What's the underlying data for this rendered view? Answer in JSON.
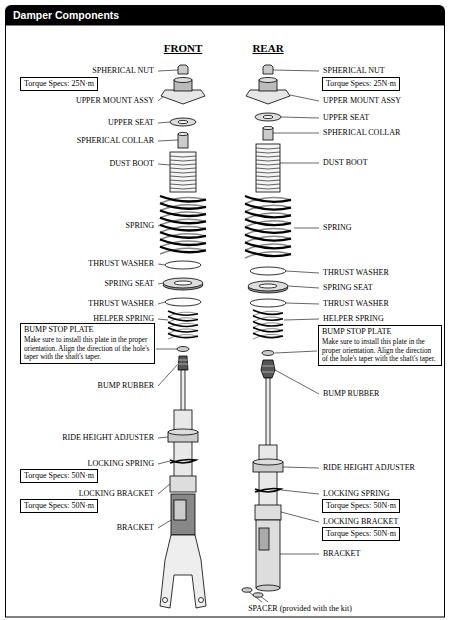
{
  "diagram": {
    "title": "Damper Components",
    "nodes": [
      {
        "text": [
          "Torque Specs: 25N·m"
        ]
      },
      {
        "text": [
          "BUMP STOP PLATE",
          "Make sure to install this plate in the proper orientation. Align the direction of the hole's taper with the shaft's taper."
        ]
      },
      {
        "text": [
          "Torque Specs: 50N·m"
        ]
      },
      {
        "text": [
          "Torque Specs: 50N·m"
        ]
      },
      {
        "text": [
          "Torque Specs: 25N·m"
        ]
      },
      {
        "text": [
          "BUMP STOP PLATE",
          "Make sure to install this plate in the proper orientation. Align the direction of the hole's taper with the shaft's taper."
        ]
      },
      {
        "text": [
          "Torque Specs: 50N·m"
        ]
      },
      {
        "text": [
          "Torque Specs: 50N·m"
        ]
      }
    ],
    "labels": [
      "FRONT",
      "REAR",
      "SPHERICAL NUT",
      "UPPER MOUNT ASSY",
      "UPPER SEAT",
      "SPHERICAL COLLAR",
      "DUST BOOT",
      "SPRING",
      "THRUST WASHER",
      "SPRING SEAT",
      "THRUST WASHER",
      "HELPER SPRING",
      "BUMP RUBBER",
      "RIDE HEIGHT ADJUSTER",
      "LOCKING SPRING",
      "LOCKING BRACKET",
      "BRACKET",
      "SPHERICAL NUT",
      "UPPER MOUNT ASSY",
      "UPPER SEAT",
      "SPHERICAL COLLAR",
      "DUST BOOT",
      "SPRING",
      "THRUST WASHER",
      "SPRING SEAT",
      "THRUST WASHER",
      "HELPER SPRING",
      "BUMP RUBBER",
      "RIDE HEIGHT ADJUSTER",
      "LOCKING SPRING",
      "LOCKING BRACKET",
      "BRACKET",
      "SPACER (provided with the kit)"
    ]
  }
}
